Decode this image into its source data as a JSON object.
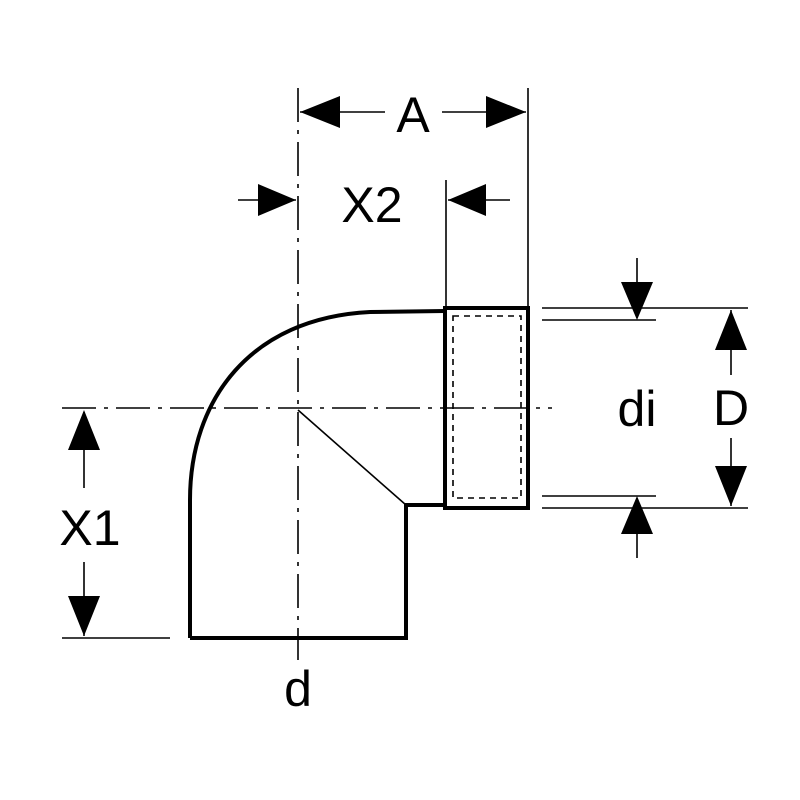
{
  "labels": {
    "A": "A",
    "X2": "X2",
    "X1": "X1",
    "D": "D",
    "di": "di",
    "d": "d"
  },
  "colors": {
    "line": "#000000",
    "background": "#ffffff"
  }
}
